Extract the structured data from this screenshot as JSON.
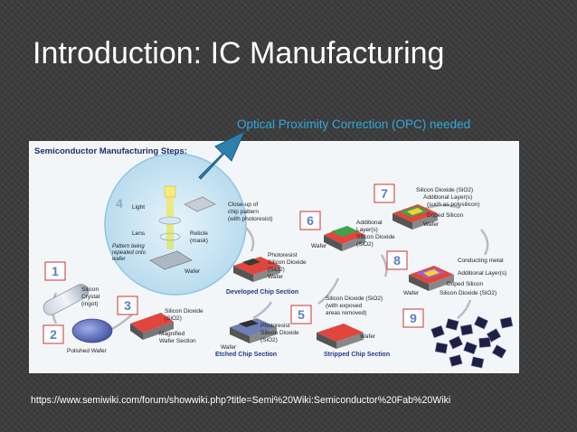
{
  "slide": {
    "title": "Introduction: IC Manufacturing",
    "opc_note": "Optical Proximity Correction (OPC)  needed",
    "source_url": "https://www.semiwiki.com/forum/showwiki.php?title=Semi%20Wiki:Semiconductor%20Fab%20Wiki"
  },
  "diagram": {
    "heading": "Semiconductor Manufacturing Steps:",
    "steps": [
      "1",
      "2",
      "3",
      "4",
      "5",
      "6",
      "7",
      "8",
      "9"
    ],
    "labels": {
      "crystal": [
        "Silicon",
        "Crystal",
        "(ingot)"
      ],
      "polished": "Polished Wafer",
      "sio2_3": [
        "Silicon Dioxide",
        "(SiO2)"
      ],
      "magnified": [
        "Magnified",
        "Wafer Section"
      ],
      "light": "Light",
      "lens": "Lens",
      "pattern": [
        "Pattern being",
        "repeated onto",
        "wafer"
      ],
      "reticle": [
        "Reticle",
        "(mask)"
      ],
      "wafer4": "Wafer",
      "closeup": [
        "Close-up of",
        "chip pattern",
        "(with photoresist)"
      ],
      "dev": [
        "Photoresist",
        "Silicon Dioxide",
        "(SiO2)",
        "Wafer"
      ],
      "dev_section": "Developed Chip Section",
      "etch": [
        "Photoresist",
        "Silicon Dioxide",
        "(SiO2)"
      ],
      "etch_wafer": "Wafer",
      "etch_section": "Etched Chip Section",
      "strip": [
        "Silicon Dioxide (SiO2)",
        "(with exposed",
        "areas removed)"
      ],
      "strip_wafer": "Wafer",
      "strip_section": "Stripped Chip Section",
      "s6": [
        "Additional",
        "Layer(s)",
        "Silicon Dioxide",
        "(SiO2)"
      ],
      "s6_wafer": "Wafer",
      "s7": [
        "Silicon Dioxide (SiO2)",
        "Additional Layer(s)",
        "(such as polysilicon)",
        "Doped Silicon",
        "Wafer"
      ],
      "s8": [
        "Conducting metal",
        "Additional Layer(s)",
        "Doped Silicon",
        "Silicon Dioxide (SiO2)"
      ],
      "s8_wafer": "Wafer"
    }
  },
  "colors": {
    "background": "#3c3c3c",
    "accent": "#2fa9e0",
    "arrow": "#2e7fae",
    "step_number": "#5a7fc0"
  }
}
